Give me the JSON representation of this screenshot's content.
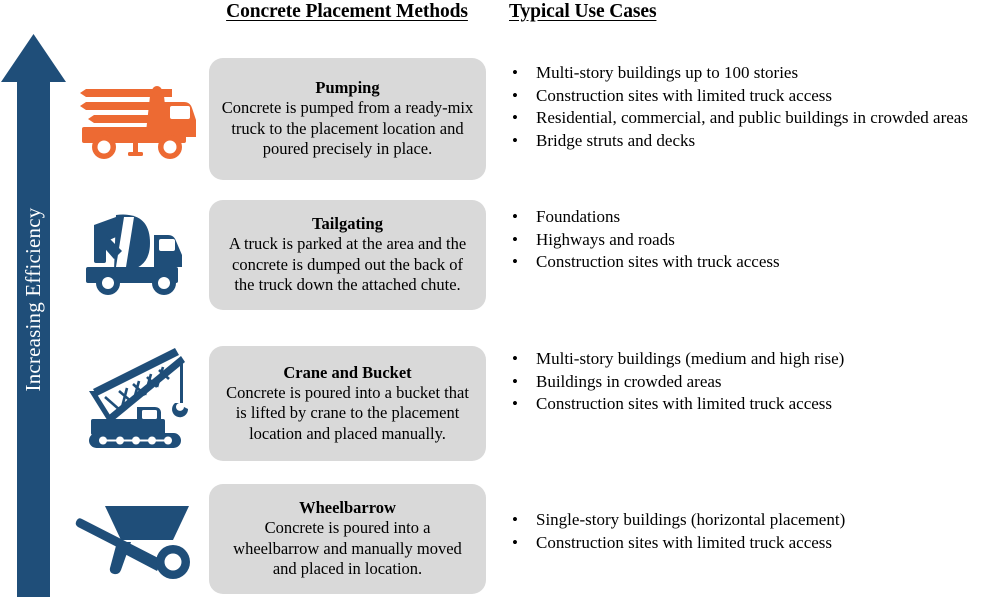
{
  "headers": {
    "methods": "Concrete Placement Methods",
    "use_cases": "Typical Use Cases"
  },
  "axis": {
    "label": "Increasing Efficiency",
    "direction": "up",
    "color": "#1F4E79"
  },
  "colors": {
    "arrow_blue": "#1F4E79",
    "icon_blue": "#1F4E79",
    "icon_orange": "#ED6A33",
    "box_gray": "#D9D9D9",
    "text": "#000000"
  },
  "bullet_glyph": "•",
  "rows": [
    {
      "icon": "concrete-pump-truck-icon",
      "icon_color": "#ED6A33",
      "title": "Pumping",
      "description": "Concrete is pumped from a ready-mix truck to the placement location and poured precisely in place.",
      "use_cases": [
        "Multi-story buildings up to 100 stories",
        "Construction sites with limited truck access",
        "Residential, commercial, and public buildings in crowded areas",
        "Bridge struts and decks"
      ]
    },
    {
      "icon": "concrete-mixer-truck-icon",
      "icon_color": "#1F4E79",
      "title": "Tailgating",
      "description": "A truck is parked at the area and the concrete is dumped out the back of the truck down the attached chute.",
      "use_cases": [
        "Foundations",
        "Highways and roads",
        "Construction sites with truck access"
      ]
    },
    {
      "icon": "crawler-crane-icon",
      "icon_color": "#1F4E79",
      "title": "Crane and Bucket",
      "description": "Concrete is poured into a bucket that is lifted by crane to the placement location and placed manually.",
      "use_cases": [
        "Multi-story buildings (medium and high rise)",
        "Buildings in crowded areas",
        "Construction sites with limited truck access"
      ]
    },
    {
      "icon": "wheelbarrow-icon",
      "icon_color": "#1F4E79",
      "title": "Wheelbarrow",
      "description": "Concrete is poured into a wheelbarrow and manually moved and placed in location.",
      "use_cases": [
        "Single-story buildings (horizontal placement)",
        "Construction sites with limited truck access"
      ]
    }
  ]
}
